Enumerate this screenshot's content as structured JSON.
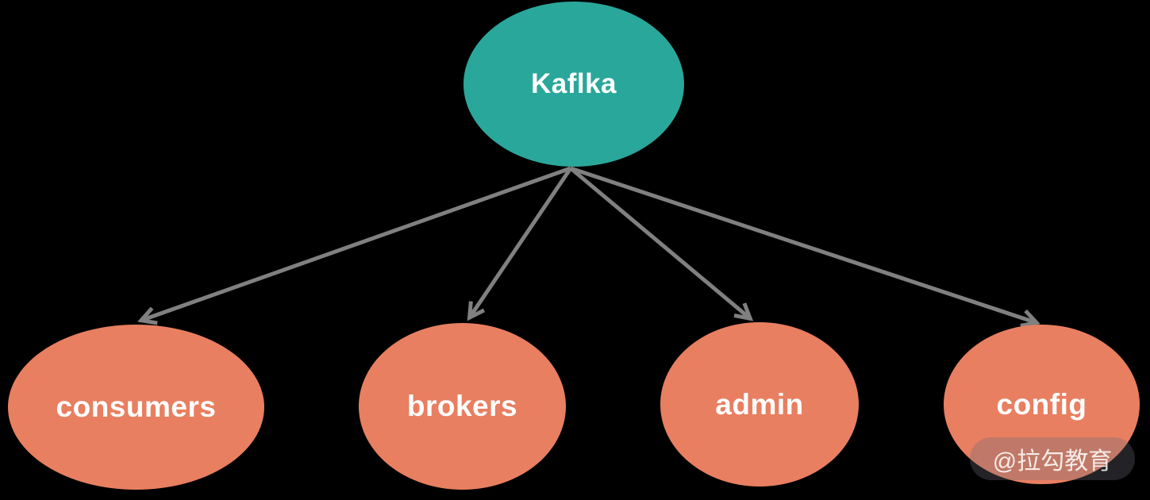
{
  "diagram": {
    "type": "tree",
    "root": {
      "id": "kafka",
      "label": "Kaflka"
    },
    "children": [
      {
        "id": "consumers",
        "label": "consumers"
      },
      {
        "id": "brokers",
        "label": "brokers"
      },
      {
        "id": "admin",
        "label": "admin"
      },
      {
        "id": "config",
        "label": "config"
      }
    ],
    "edges": [
      {
        "from": "kafka",
        "to": "consumers",
        "style": "arrow"
      },
      {
        "from": "kafka",
        "to": "brokers",
        "style": "arrow"
      },
      {
        "from": "kafka",
        "to": "admin",
        "style": "arrow"
      },
      {
        "from": "kafka",
        "to": "config",
        "style": "arrow"
      }
    ]
  },
  "colors": {
    "background": "#000000",
    "root_fill": "#2aa79b",
    "child_fill": "#e87f60",
    "arrow": "#808080",
    "label_text": "#ffffff"
  },
  "watermark": {
    "text": "@拉勾教育"
  }
}
